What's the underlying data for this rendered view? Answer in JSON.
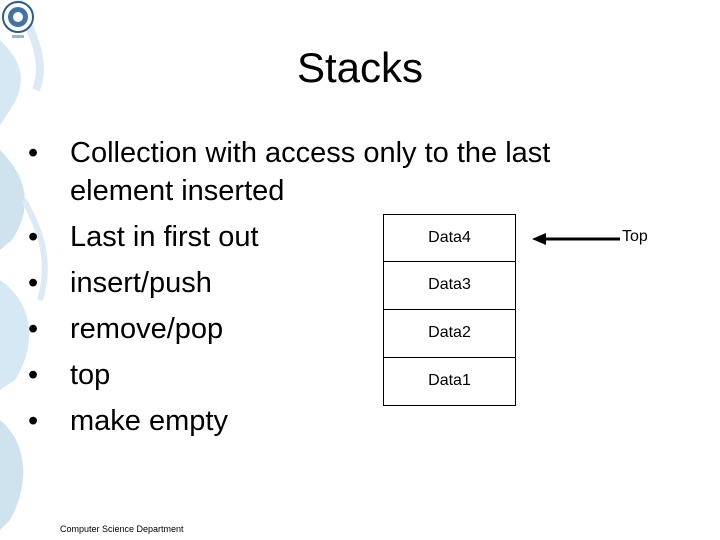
{
  "slide": {
    "title": "Stacks",
    "bullets": [
      {
        "line1": "Collection with access only to the last",
        "line2": "element inserted"
      },
      {
        "line1": "Last in first out"
      },
      {
        "line1": "insert/push"
      },
      {
        "line1": "remove/pop"
      },
      {
        "line1": "top"
      },
      {
        "line1": "make empty"
      }
    ],
    "bullet_glyph": "•",
    "stack_cells": [
      "Data4",
      "Data3",
      "Data2",
      "Data1"
    ],
    "pointer_label": "Top",
    "footer": "Computer Science Department"
  },
  "colors": {
    "strip": "#cfe3ef",
    "logo": "#2b5b8a"
  },
  "icons": {
    "logo": "university-seal-icon",
    "pointer": "left-arrow-icon"
  }
}
